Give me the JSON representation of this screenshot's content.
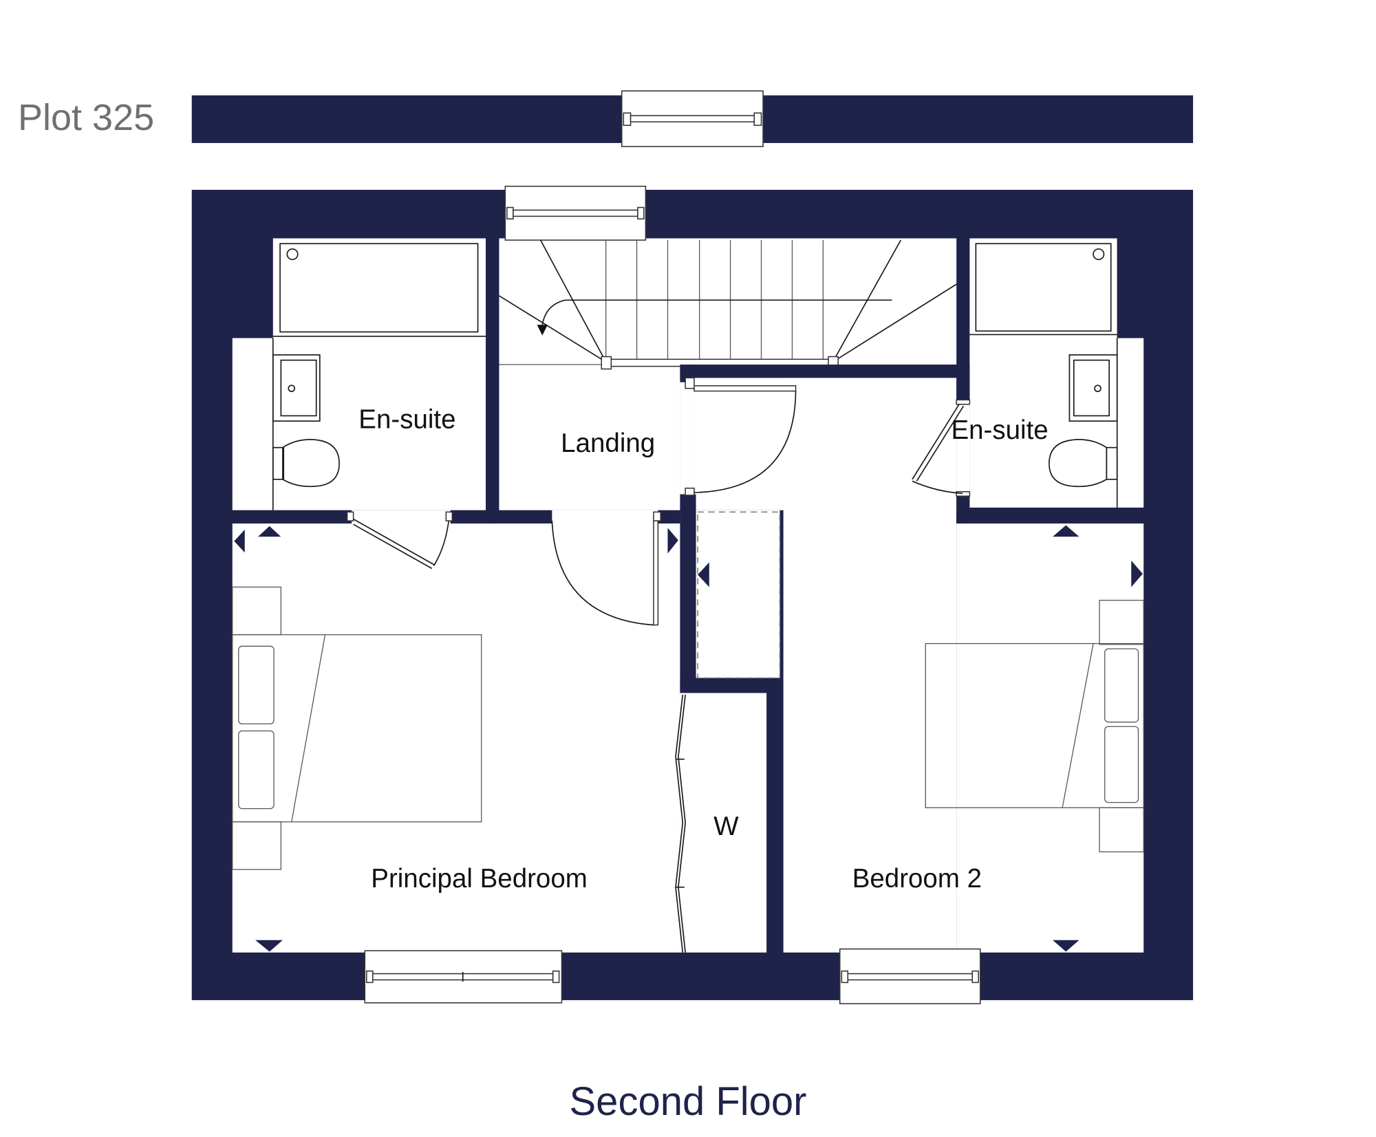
{
  "plot": {
    "label": "Plot 325"
  },
  "floor": {
    "label": "Second Floor"
  },
  "rooms": {
    "ensuite_left": "En-suite",
    "landing": "Landing",
    "ensuite_right": "En-suite",
    "principal_bedroom": "Principal Bedroom",
    "wardrobe": "W",
    "bedroom_2": "Bedroom 2"
  },
  "colors": {
    "wall": "#1f2349",
    "plot_label": "#707070",
    "floor_label": "#1f2349",
    "background": "#ffffff"
  }
}
